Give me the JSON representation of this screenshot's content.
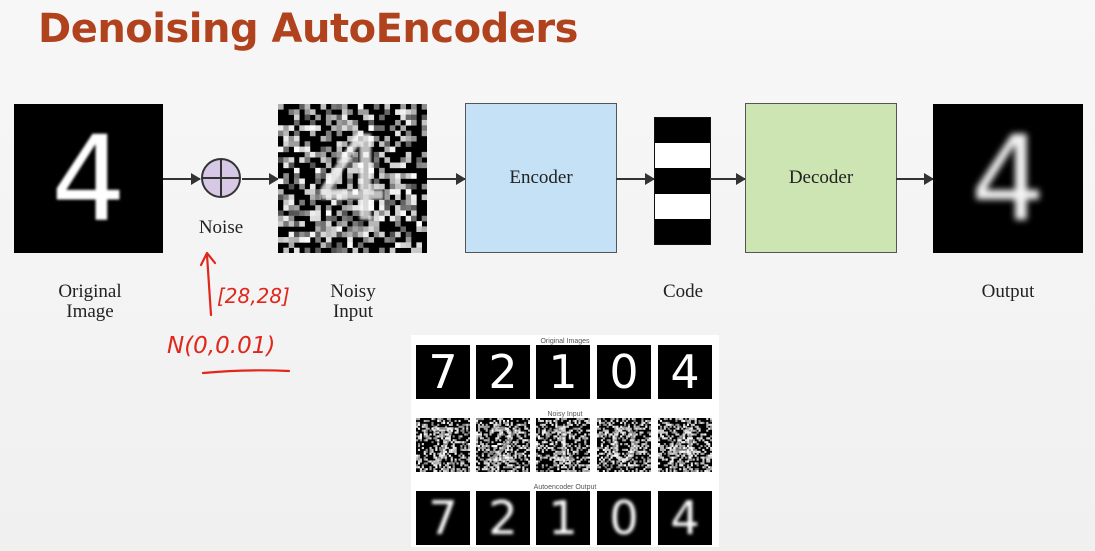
{
  "title": "Denoising AutoEncoders",
  "colors": {
    "title": "#b0421d",
    "encoder_fill": "#c5e1f5",
    "decoder_fill": "#cde4b3",
    "noise_circle": "#d7c8e6",
    "annotation": "#e0271b"
  },
  "diagram": {
    "original_label_line1": "Original",
    "original_label_line2": "Image",
    "noise_label": "Noise",
    "noisy_label_line1": "Noisy",
    "noisy_label_line2": "Input",
    "encoder_label": "Encoder",
    "code_label": "Code",
    "decoder_label": "Decoder",
    "output_label": "Output",
    "code_pattern": [
      "black",
      "white",
      "black",
      "white",
      "black"
    ]
  },
  "annotation": {
    "shape_text": "[28,28]",
    "dist_text": "N(0,0.01)"
  },
  "examples": {
    "original_caption": "Original Images",
    "noisy_caption": "Noisy Input",
    "output_caption": "Autoencoder Output",
    "digits": [
      "7",
      "2",
      "1",
      "0",
      "4"
    ]
  },
  "main_digit": "4"
}
